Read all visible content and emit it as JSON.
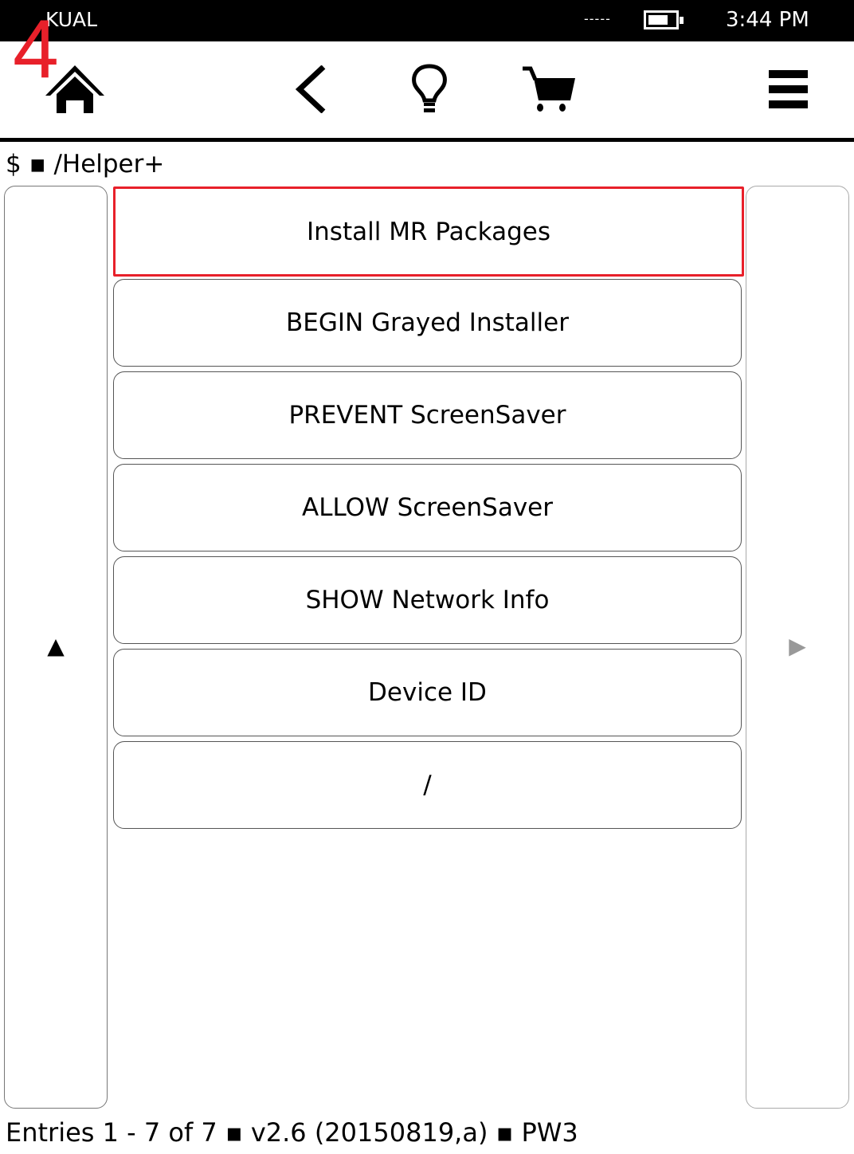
{
  "status_bar": {
    "app_title": "KUAL",
    "wifi": "-----",
    "battery_level": 0.75,
    "time": "3:44 PM"
  },
  "toolbar": {
    "icons": [
      "home-icon",
      "back-icon",
      "lightbulb-icon",
      "cart-icon",
      "menu-icon"
    ]
  },
  "path": "$ ▪ /Helper+",
  "menu_items": [
    {
      "label": "Install MR Packages",
      "selected": true
    },
    {
      "label": "BEGIN Grayed Installer"
    },
    {
      "label": "PREVENT ScreenSaver"
    },
    {
      "label": "ALLOW ScreenSaver"
    },
    {
      "label": "SHOW Network Info"
    },
    {
      "label": "Device ID"
    },
    {
      "label": "/"
    }
  ],
  "nav": {
    "up_arrow": "▲",
    "next_arrow": "▶"
  },
  "footer": "Entries 1 - 7 of 7 ▪ v2.6 (20150819,a) ▪ PW3",
  "annotation": {
    "step_label": "4",
    "color": "#e8202a"
  }
}
